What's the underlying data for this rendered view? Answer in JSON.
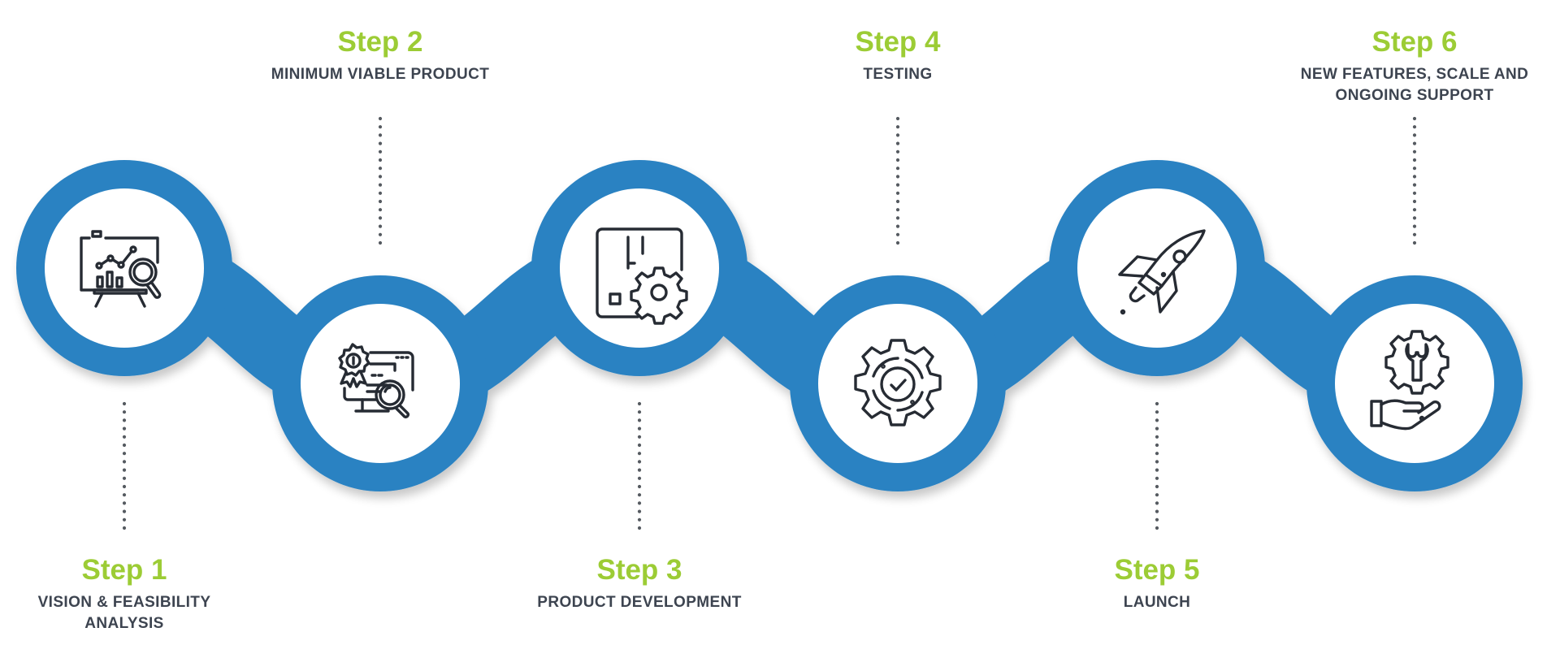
{
  "colors": {
    "band": "#2a82c2",
    "step_title": "#9ccc35",
    "step_desc": "#3d4450",
    "icon_stroke": "#262b33",
    "dots": "#555a60"
  },
  "steps": [
    {
      "title": "Step 1",
      "description_lines": [
        "VISION & FEASIBILITY",
        "ANALYSIS"
      ],
      "icon": "presentation-chart-magnifier-icon",
      "label_position": "bottom"
    },
    {
      "title": "Step 2",
      "description_lines": [
        "MINIMUM VIABLE PRODUCT"
      ],
      "icon": "award-monitor-magnifier-icon",
      "label_position": "top"
    },
    {
      "title": "Step 3",
      "description_lines": [
        "PRODUCT DEVELOPMENT"
      ],
      "icon": "blueprint-gear-icon",
      "label_position": "bottom"
    },
    {
      "title": "Step 4",
      "description_lines": [
        "TESTING"
      ],
      "icon": "gear-checkmark-icon",
      "label_position": "top"
    },
    {
      "title": "Step 5",
      "description_lines": [
        "LAUNCH"
      ],
      "icon": "rocket-icon",
      "label_position": "bottom"
    },
    {
      "title": "Step 6",
      "description_lines": [
        "NEW FEATURES, SCALE AND",
        "ONGOING SUPPORT"
      ],
      "icon": "hand-gear-wrench-icon",
      "label_position": "top"
    }
  ]
}
